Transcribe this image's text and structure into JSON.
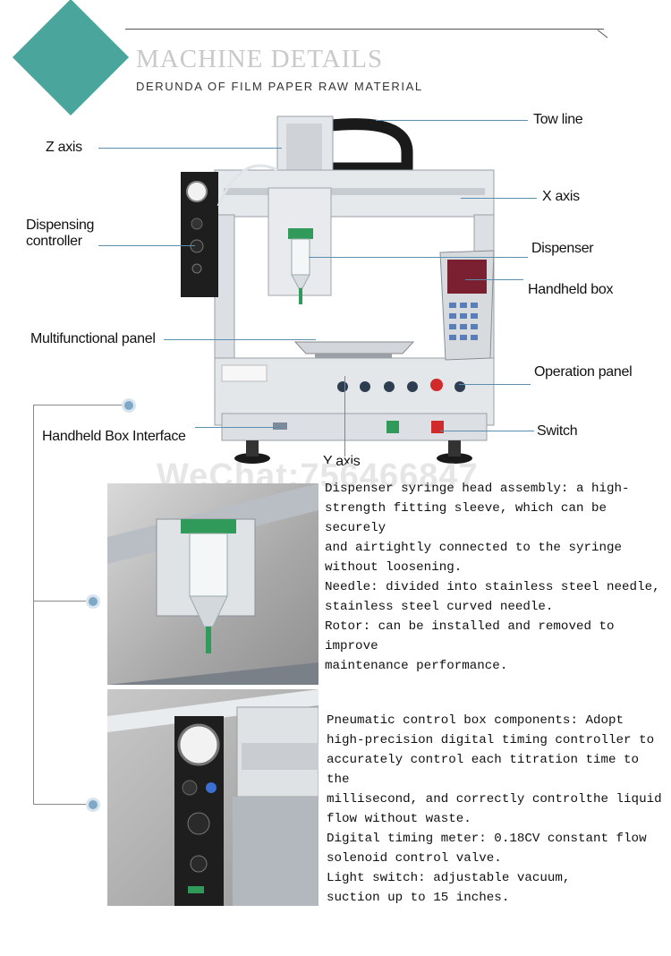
{
  "header": {
    "title": "MACHINE DETAILS",
    "subtitle": "DERUNDA OF FILM PAPER RAW MATERIAL"
  },
  "labels": {
    "z_axis": "Z axis",
    "tow_line": "Tow line",
    "x_axis": "X axis",
    "dispensing_controller_1": "Dispensing",
    "dispensing_controller_2": "controller",
    "dispenser": "Dispenser",
    "handheld_box": "Handheld box",
    "multifunctional_panel": "Multifunctional panel",
    "operation_panel": "Operation panel",
    "handheld_box_interface": "Handheld Box Interface",
    "switch": "Switch",
    "y_axis": "Y axis"
  },
  "watermark": "WeChat:756466847",
  "section1": {
    "text": "Dispenser syringe head assembly: a high-\nstrength fitting sleeve, which can be securely\nand airtightly connected to the syringe\nwithout loosening.\nNeedle: divided into stainless steel needle,\nstainless steel curved needle.\nRotor: can be installed and removed to improve\nmaintenance performance."
  },
  "section2": {
    "text": "Pneumatic control box components: Adopt\nhigh-precision  digital timing controller to\naccurately control each titration time to the\nmillisecond, and correctly controlthe liquid\nflow without waste.\nDigital timing meter: 0.18CV constant flow\nsolenoid control valve.\nLight switch: adjustable vacuum,\nsuction up to 15 inches."
  },
  "colors": {
    "accent": "#4aa59c",
    "leader": "#5a8fb0",
    "machine_frame": "#d7dbe0",
    "panel_black": "#1e1e1e",
    "green_tip": "#2f9a5a",
    "red_button": "#d02a2a"
  },
  "icons": [
    "diamond-accent-icon",
    "timeline-dot-icon",
    "pressure-gauge-icon",
    "syringe-icon",
    "handheld-controller-icon"
  ]
}
